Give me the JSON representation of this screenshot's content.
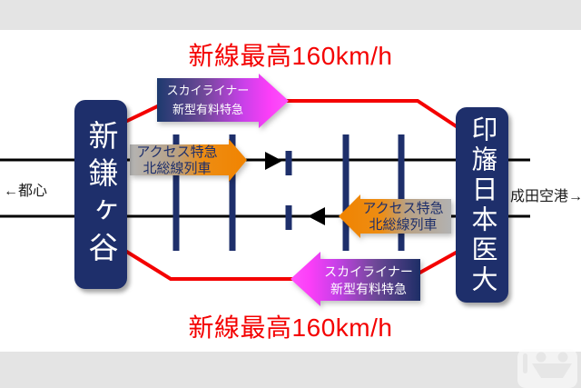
{
  "notes": {
    "top": "新線最高160km/h",
    "bottom": "新線最高160km/h"
  },
  "stations": {
    "left": "新鎌ヶ谷",
    "right": "印旛日本医大"
  },
  "directions": {
    "left": "←都心",
    "right": "成田空港→"
  },
  "labels": {
    "skyliner_to_airport": {
      "line1": "スカイライナー",
      "line2": "新型有料特急"
    },
    "access_to_airport": {
      "line1": "アクセス特急",
      "line2": "北総線列車"
    },
    "access_to_city": {
      "line1": "アクセス特急",
      "line2": "北総線列車"
    },
    "skyliner_to_city": {
      "line1": "スカイライナー",
      "line2": "新型有料特急"
    }
  },
  "colors": {
    "navy": "#1e2f6b",
    "red": "#f40000",
    "orange": "#f08300",
    "gray": "#b2b2b2",
    "magenta": "#ff45fa",
    "track_black": "#000000",
    "band_gray": "#e4e4e4"
  }
}
